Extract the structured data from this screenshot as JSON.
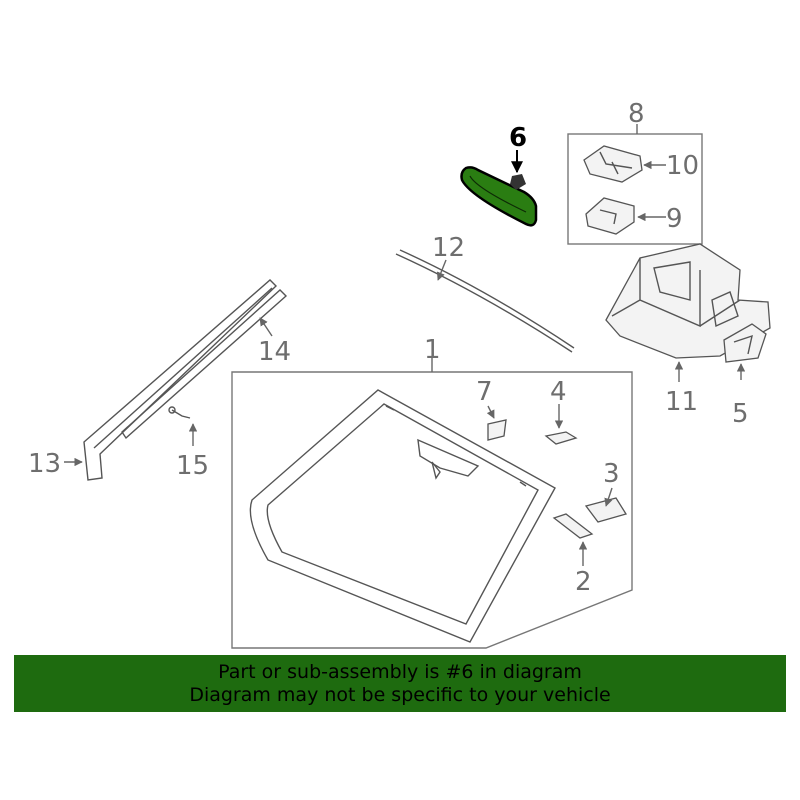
{
  "callouts": {
    "c1": "1",
    "c2": "2",
    "c3": "3",
    "c4": "4",
    "c5": "5",
    "c6": "6",
    "c7": "7",
    "c8": "8",
    "c9": "9",
    "c10": "10",
    "c11": "11",
    "c12": "12",
    "c13": "13",
    "c14": "14",
    "c15": "15"
  },
  "highlight": {
    "part": "6",
    "color": "#2a7d12"
  },
  "banner": {
    "line1": "Part or sub-assembly is #6 in diagram",
    "line2": "Diagram may not be specific to your vehicle",
    "background": "#1e6b0f"
  }
}
